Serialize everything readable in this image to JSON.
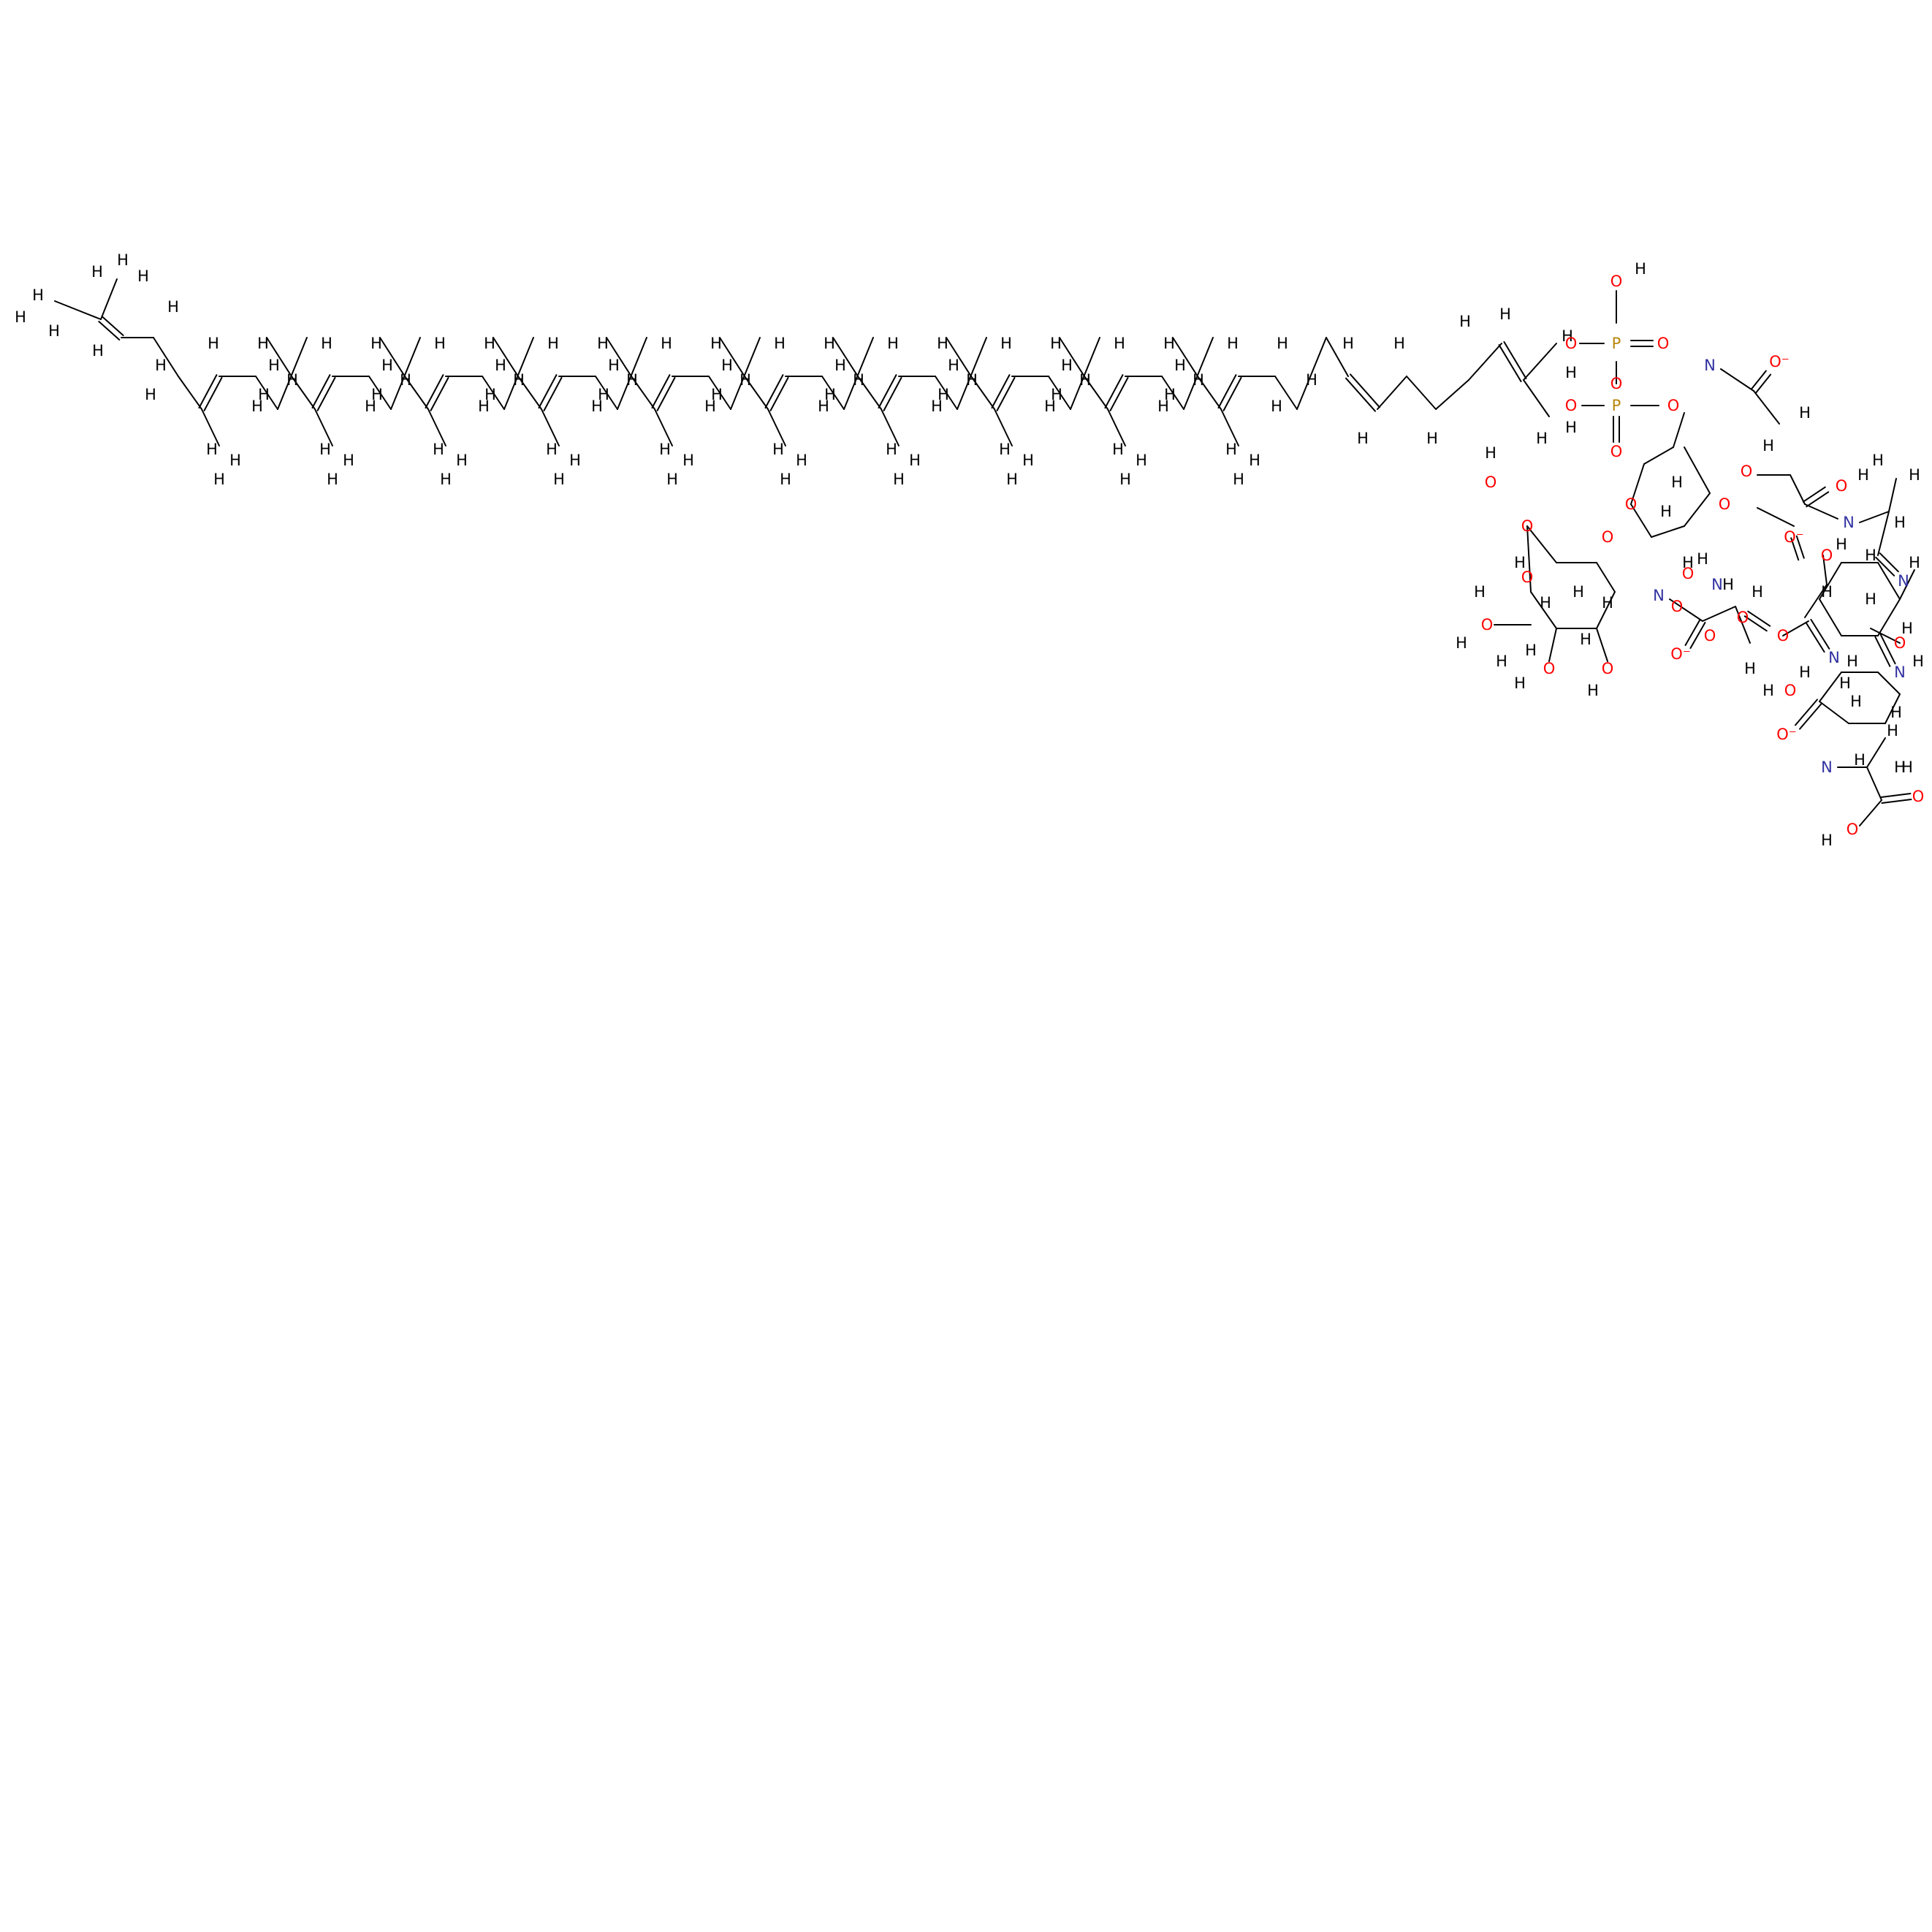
{
  "colors": {
    "background": "#ffffff",
    "bond": "#000000",
    "carbon_hydrogen": "#000000",
    "oxygen": "#ff0000",
    "nitrogen": "#3030a0",
    "phosphorus": "#b8860b"
  },
  "atom_labels": {
    "hydrogen": "H",
    "oxygen": "O",
    "oxide": "O⁻",
    "nitrogen": "N",
    "phosphorus": "P"
  }
}
